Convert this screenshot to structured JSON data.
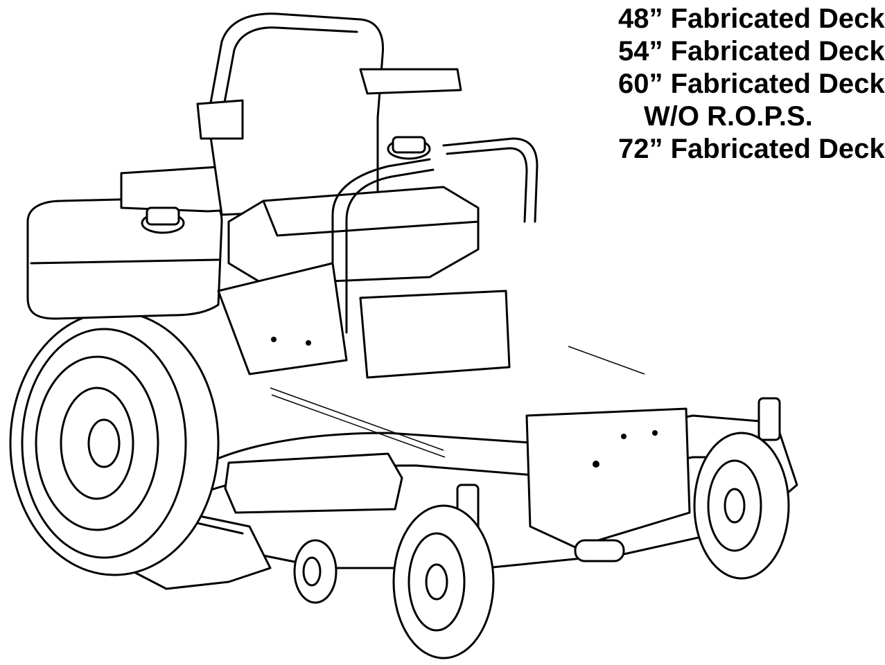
{
  "labels": [
    "48” Fabricated Deck",
    "54” Fabricated Deck",
    "60” Fabricated Deck",
    "W/O R.O.P.S.",
    "72” Fabricated Deck"
  ]
}
